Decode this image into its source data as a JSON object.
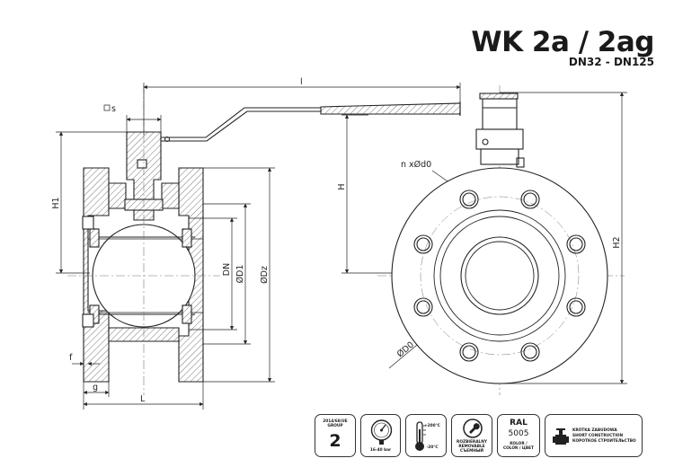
{
  "title": {
    "main": "WK 2a / 2ag",
    "sub": "DN32 - DN125"
  },
  "dimensions": {
    "s": "s",
    "l": "l",
    "H1": "H1",
    "H": "H",
    "H2": "H2",
    "DN": "DN",
    "D1": "ØD1",
    "Dz": "ØDz",
    "D0": "ØD0",
    "ndd0": "n xØd0",
    "f": "f",
    "g": "g",
    "L": "L"
  },
  "badges": {
    "group": {
      "line1": "2014/68/UE",
      "line2": "GROUP",
      "value": "2"
    },
    "pressure": {
      "text": "16-40 bar"
    },
    "temperature": {
      "high": "+200°C",
      "low": "-20°C"
    },
    "removable": {
      "line1": "ROZBIERALNY",
      "line2": "REMOVABLE",
      "line3": "СЪЕМНЫЙ"
    },
    "ral": {
      "title": "RAL",
      "value": "5005",
      "line1": "KOLOR /",
      "line2": "COLOR / ЦВЕТ"
    },
    "construction": {
      "line1": "KRÓTKA ZABUDOWA",
      "line2": "SHORT CONSTRUCTION",
      "line3": "КОРОТКОЕ СТРОИТЕЛЬСТВО"
    }
  },
  "icons": [
    "pressure-gauge-icon",
    "thermometer-icon",
    "wrench-icon",
    "valve-icon"
  ]
}
